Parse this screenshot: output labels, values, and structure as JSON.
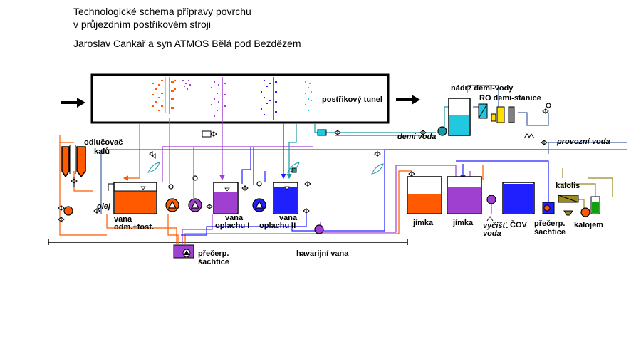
{
  "title": {
    "line1": "Technologické schema přípravy povrchu",
    "line2": "v průjezdním postřikovém stroji",
    "line3": "Jaroslav Cankař a syn ATMOS Bělá pod Bezdězem"
  },
  "labels": {
    "tunnel": "postřikový tunel",
    "demi_tank": "nádrž demi-vody",
    "ro_station": "RO demi-stanice",
    "demi_water": "demi voda",
    "process_water": "provozní voda",
    "separator_1": "odlučovač",
    "separator_2": "kalů",
    "oil": "olej",
    "bath1_1": "vana",
    "bath1_2": "odm.+fosf.",
    "bath2_1": "vana",
    "bath2_2": "oplachu I",
    "bath3_1": "vana",
    "bath3_2": "oplachu II",
    "pump_shaft_1": "přečerp.",
    "pump_shaft_2": "šachtice",
    "emergency_bath": "havarijní vana",
    "sump1": "jímka",
    "sump2": "jímka",
    "cleaned_1": "vyčišť.",
    "cleaned_2": "voda",
    "wwtp": "ČOV",
    "pump_shaft2_1": "přečerp.",
    "pump_shaft2_2": "šachtice",
    "sludge_press": "kalolis",
    "sludge_bin": "kalojem"
  },
  "colors": {
    "orange": "#ff5a00",
    "purple": "#a040d0",
    "blue": "#2020ff",
    "cyan": "#20c8e0",
    "teal": "#1a9aa8",
    "olive": "#9a8a20",
    "green": "#10a010",
    "pipe_gray": "#4060a0"
  }
}
